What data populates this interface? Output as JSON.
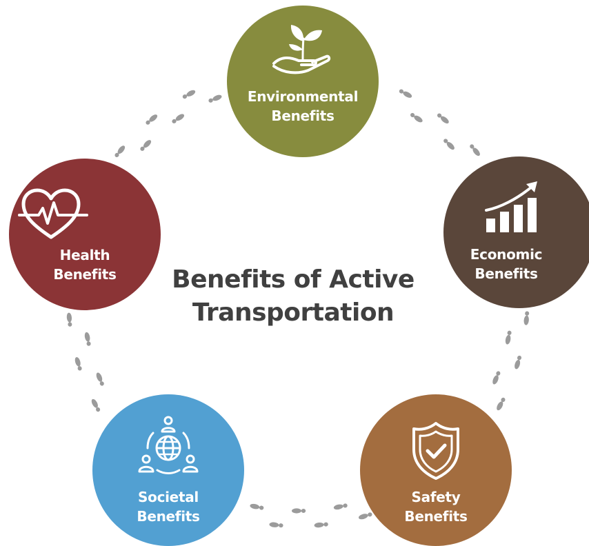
{
  "title": {
    "line1": "Benefits of Active",
    "line2": "Transportation"
  },
  "nodes": {
    "environmental": {
      "line1": "Environmental",
      "line2": "Benefits",
      "color": "#878C3E",
      "icon": "sprout-in-hand-icon"
    },
    "economic": {
      "line1": "Economic",
      "line2": "Benefits",
      "color": "#5A463A",
      "icon": "growth-chart-icon"
    },
    "safety": {
      "line1": "Safety",
      "line2": "Benefits",
      "color": "#A36D3F",
      "icon": "shield-check-icon"
    },
    "societal": {
      "line1": "Societal",
      "line2": "Benefits",
      "color": "#52A0D2",
      "icon": "people-globe-icon"
    },
    "health": {
      "line1": "Health",
      "line2": "Benefits",
      "color": "#8B3436",
      "icon": "heart-pulse-icon"
    }
  },
  "footprint_color": "#9B9B9B"
}
